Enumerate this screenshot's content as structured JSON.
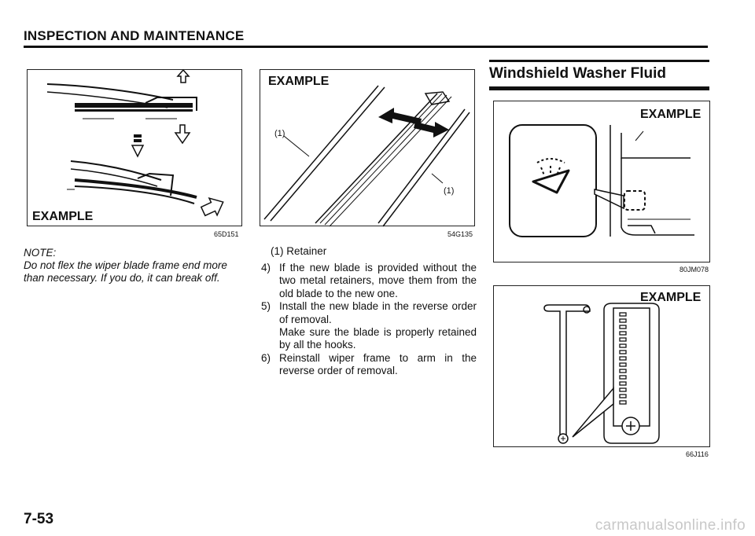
{
  "header": {
    "title": "INSPECTION AND MAINTENANCE"
  },
  "figure1": {
    "label": "EXAMPLE",
    "code": "65D151"
  },
  "figure2": {
    "label": "EXAMPLE",
    "callout_top": "(1)",
    "callout_bottom": "(1)",
    "code": "54G135"
  },
  "figure3": {
    "label": "EXAMPLE",
    "code": "80JM078"
  },
  "figure4": {
    "label": "EXAMPLE",
    "code": "66J116"
  },
  "note": {
    "heading": "NOTE:",
    "text": "Do not flex the wiper blade frame end more than necessary. If you do, it can break off."
  },
  "figure2_caption": "(1) Retainer",
  "steps": [
    {
      "num": "4)",
      "text": "If the new blade is provided without the two metal retainers, move them from the old blade to the new one."
    },
    {
      "num": "5)",
      "text": "Install the new blade in the reverse order of removal.",
      "extra": "Make sure the blade is properly retained by all the hooks."
    },
    {
      "num": "6)",
      "text": "Reinstall wiper frame to arm in the reverse order of removal."
    }
  ],
  "section": {
    "title": "Windshield Washer Fluid"
  },
  "page_number": "7-53",
  "footer_url": "carmanualsonline.info"
}
